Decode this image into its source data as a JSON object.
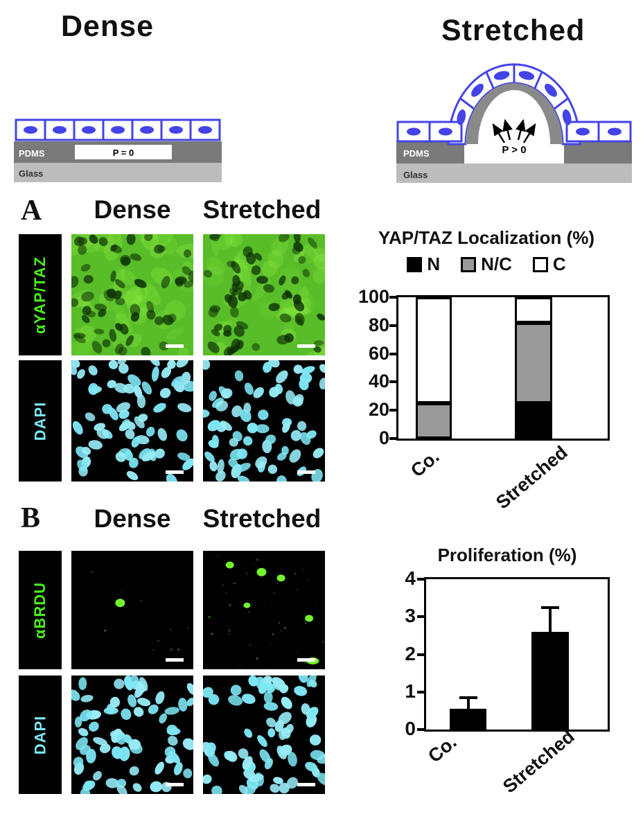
{
  "figure_titles": {
    "dense": "Dense",
    "stretched": "Stretched"
  },
  "schematic_dense": {
    "pdms": "PDMS",
    "pressure": "P = 0",
    "glass": "Glass"
  },
  "schematic_stretched": {
    "pdms": "PDMS",
    "pressure": "P > 0",
    "glass": "Glass"
  },
  "panelA": {
    "letter": "A",
    "col_headers": [
      "Dense",
      "Stretched"
    ],
    "row_labels": [
      "αYAP/TAZ",
      "DAPI"
    ]
  },
  "panelB": {
    "letter": "B",
    "col_headers": [
      "Dense",
      "Stretched"
    ],
    "row_labels": [
      "αBRDU",
      "DAPI"
    ],
    "brdu_positive_cells": {
      "dense": 1,
      "stretched": 6
    }
  },
  "colors": {
    "immunostain_green": "#4bf21e",
    "dapi_cyan": "#7de8f7",
    "cell_outline_blue": "#4343e8",
    "pdms_gray": "#7a7a7a",
    "glass_gray": "#bcbcbc",
    "nc_bar_gray": "#9a9a9a",
    "bar_black": "#000000"
  },
  "chart_data": [
    {
      "type": "stacked_bar",
      "title": "YAP/TAZ Localization (%)",
      "categories": [
        "Co.",
        "Stretched"
      ],
      "series": [
        {
          "name": "N",
          "color": "#000000",
          "values": [
            0,
            25
          ]
        },
        {
          "name": "N/C",
          "color": "#9a9a9a",
          "values": [
            25,
            57
          ]
        },
        {
          "name": "C",
          "color": "#ffffff",
          "values": [
            75,
            18
          ]
        }
      ],
      "ylim": [
        0,
        100
      ],
      "yticks": [
        0,
        20,
        40,
        60,
        80,
        100
      ],
      "legend": [
        "N",
        "N/C",
        "C"
      ],
      "legend_position": "top",
      "grid": false
    },
    {
      "type": "bar",
      "title": "Proliferation (%)",
      "categories": [
        "Co.",
        "Stretched"
      ],
      "values": [
        0.55,
        2.6
      ],
      "errors_plus": [
        0.3,
        0.65
      ],
      "ylim": [
        0,
        4
      ],
      "yticks": [
        0,
        1,
        2,
        3,
        4
      ],
      "bar_color": "#000000",
      "grid": false
    }
  ],
  "micrographs": {
    "brdu": {
      "dense": {
        "spots": [
          [
            0.4,
            0.44,
            7,
            6
          ]
        ],
        "speckles": 12
      },
      "stretched": {
        "spots": [
          [
            0.22,
            0.12,
            6,
            5
          ],
          [
            0.48,
            0.18,
            7,
            6
          ],
          [
            0.64,
            0.23,
            6,
            5
          ],
          [
            0.36,
            0.46,
            5,
            4
          ],
          [
            0.87,
            0.57,
            6,
            5
          ],
          [
            0.9,
            0.93,
            9,
            5
          ]
        ],
        "speckles": 38
      }
    }
  }
}
